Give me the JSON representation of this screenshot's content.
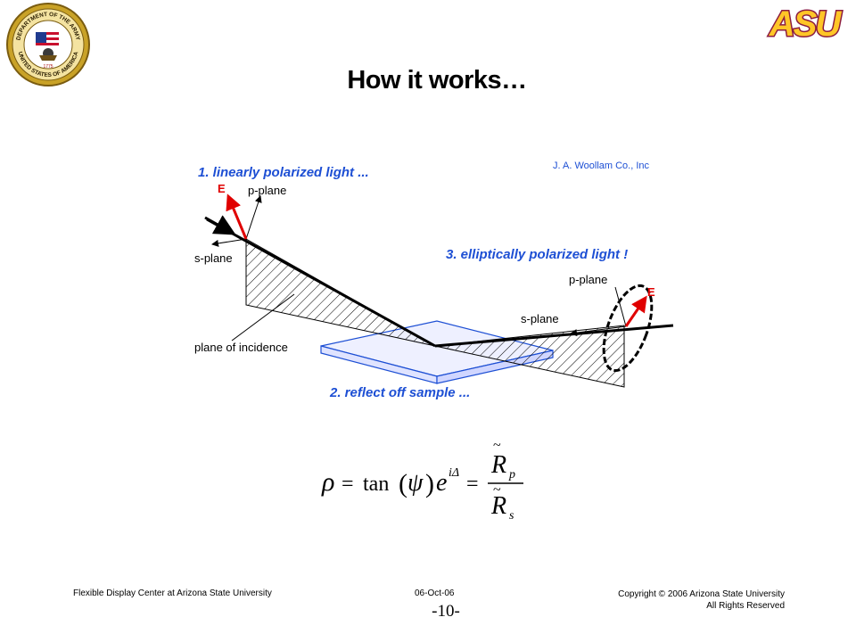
{
  "slide": {
    "title": "How it works…",
    "logos": {
      "army_seal_text_top": "DEPARTMENT OF THE ARMY",
      "army_seal_text_bottom": "UNITED STATES OF AMERICA",
      "army_seal_year": "1775",
      "asu": "ASU"
    },
    "diagram": {
      "step1": "1. linearly polarized light ...",
      "step2": "2. reflect off sample ...",
      "step3": "3. elliptically polarized light !",
      "credit": "J. A. Woollam Co., Inc",
      "labels": {
        "e_left": "E",
        "p_plane_left": "p-plane",
        "s_plane_left": "s-plane",
        "plane_of_incidence": "plane of incidence",
        "p_plane_right": "p-plane",
        "s_plane_right": "s-plane",
        "e_right": "E"
      }
    },
    "formula": {
      "rho": "ρ",
      "equals": "=",
      "tan": "tan",
      "psi": "ψ",
      "e": "e",
      "exponent": "iΔ",
      "numerator": "R",
      "numerator_sub": "p",
      "denominator": "R",
      "denominator_sub": "s",
      "tilde": "~"
    },
    "footer": {
      "left": "Flexible Display Center at Arizona State University",
      "date": "06-Oct-06",
      "copyright": "Copyright © 2006 Arizona State University",
      "rights": "All Rights Reserved",
      "page": "-10-"
    },
    "colors": {
      "title_text": "#000000",
      "diagram_blue": "#1d4fd4",
      "diagram_red": "#e00000",
      "asu_maroon": "#8c1d40",
      "asu_gold": "#ffc627",
      "army_gold": "#c9a227"
    }
  }
}
